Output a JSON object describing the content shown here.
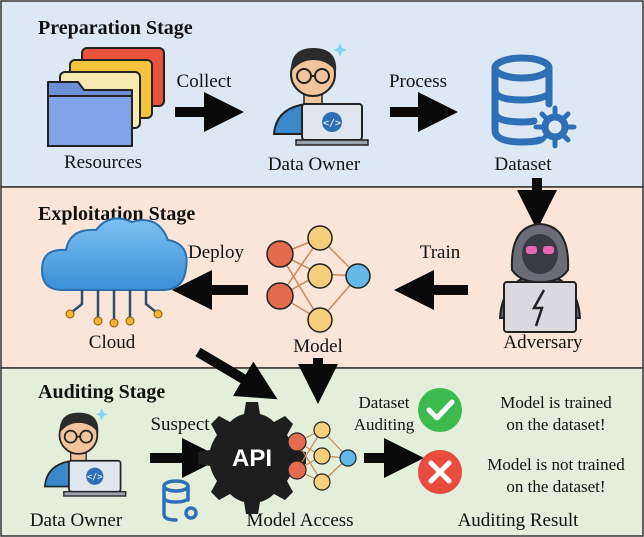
{
  "stages": {
    "preparation": {
      "title": "Preparation Stage",
      "fill": "#dce9f5"
    },
    "exploitation": {
      "title": "Exploitation Stage",
      "fill": "#fbe4d8"
    },
    "auditing": {
      "title": "Auditing Stage",
      "fill": "#e4efdb"
    }
  },
  "preparation": {
    "resources": "Resources",
    "collect": "Collect",
    "data_owner": "Data Owner",
    "process": "Process",
    "dataset": "Dataset"
  },
  "exploitation": {
    "cloud": "Cloud",
    "deploy": "Deploy",
    "model": "Model",
    "train": "Train",
    "adversary": "Adversary"
  },
  "auditing": {
    "data_owner": "Data Owner",
    "suspect": "Suspect",
    "api": "API",
    "model_access": "Model Access",
    "dataset_auditing_line1": "Dataset",
    "dataset_auditing_line2": "Auditing",
    "result_yes_line1": "Model is trained",
    "result_yes_line2": "on the dataset!",
    "result_no_line1": "Model is not trained",
    "result_no_line2": "on the dataset!",
    "auditing_result": "Auditing Result"
  },
  "icons": {
    "folders": "folder-stack-icon",
    "person": "person-laptop-icon",
    "database": "database-gear-icon",
    "cloud": "cloud-icon",
    "network": "neural-network-icon",
    "hacker": "hacker-icon",
    "api": "api-gear-icon",
    "check": "check-circle-icon",
    "cross": "cross-circle-icon"
  },
  "colors": {
    "arrow": "#0a0a0a",
    "check_green": "#3dba4e",
    "cross_red": "#e74c3c",
    "db_blue": "#2f6fb5",
    "cloud_blue": "#5aa8e6"
  }
}
